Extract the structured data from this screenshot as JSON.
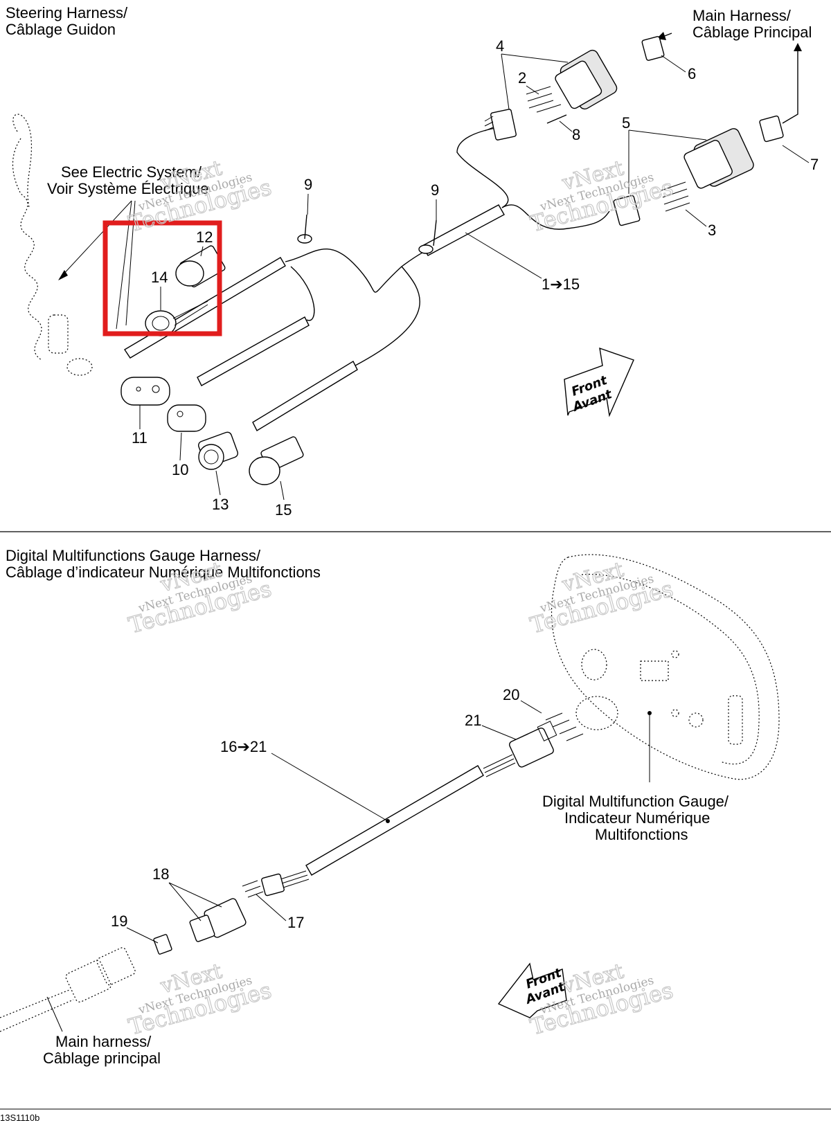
{
  "top_section": {
    "title_line1": "Steering Harness/",
    "title_line2": "Câblage Guidon",
    "main_harness_line1": "Main Harness/",
    "main_harness_line2": "Câblage Principal",
    "see_electric_line1": "See Electric System/",
    "see_electric_line2": "Voir Système Électrique",
    "callouts": [
      "4",
      "2",
      "6",
      "8",
      "5",
      "7",
      "3",
      "9",
      "9",
      "12",
      "14",
      "1➔15",
      "11",
      "10",
      "13",
      "15"
    ],
    "front_line1": "Front",
    "front_line2": "Avant"
  },
  "highlight_color": "#e11d1d",
  "bottom_section": {
    "title_line1": "Digital Multifunctions Gauge Harness/",
    "title_line2": "Câblage d’indicateur Numérique Multifonctions",
    "gauge_line1": "Digital Multifunction Gauge/",
    "gauge_line2": "Indicateur Numérique",
    "gauge_line3": "Multifonctions",
    "callouts": [
      "20",
      "21",
      "16➔21",
      "18",
      "19",
      "17"
    ],
    "main_harness_line1": "Main harness/",
    "main_harness_line2": "Câblage principal",
    "front_line1": "Front",
    "front_line2": "Avant"
  },
  "watermark": {
    "line1": "vNext",
    "line2": "vNext Technologies",
    "line3": "Technologies"
  },
  "figure_code": "13S1110b"
}
